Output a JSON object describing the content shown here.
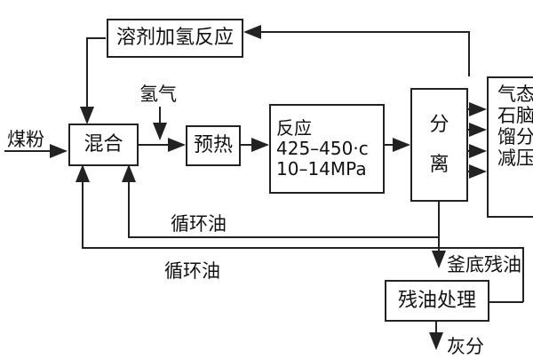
{
  "nodes": {
    "solvent": "溶剂加氢反应",
    "mix": "混合",
    "preheat": "预热",
    "reaction": [
      "反应",
      "425–450·c",
      "10–14MPa"
    ],
    "separate": [
      "分",
      "离"
    ],
    "products": [
      "气态",
      "石脑",
      "馏分",
      "减压"
    ],
    "residue_treat": "残油处理"
  },
  "labels": {
    "coal": "煤粉",
    "hydrogen": "氢气",
    "recycle_inner": "循环油",
    "recycle_outer": "循环油",
    "kettle_residue": "釜底残油",
    "ash": "灰分"
  }
}
